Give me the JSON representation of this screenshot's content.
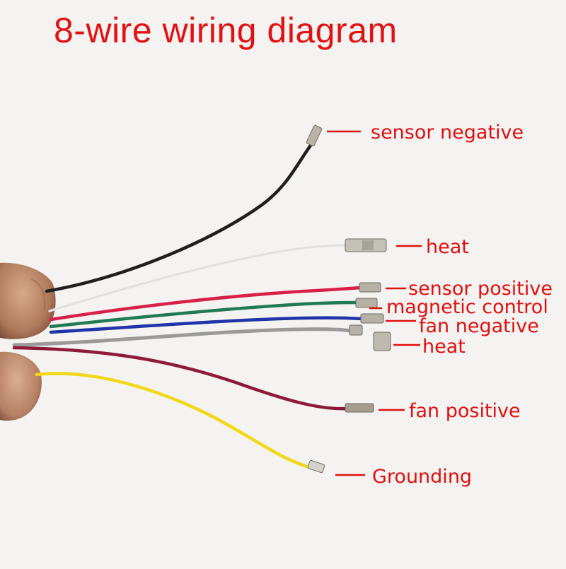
{
  "title": "8-wire wiring diagram",
  "wires": [
    {
      "id": "black",
      "color": "#1f1f1f",
      "label": "sensor negative"
    },
    {
      "id": "white",
      "color": "#e8e8e8",
      "label": "heat"
    },
    {
      "id": "red",
      "color": "#d8204a",
      "label": "sensor positive"
    },
    {
      "id": "green",
      "color": "#1f7a55",
      "label": "magnetic control"
    },
    {
      "id": "blue",
      "color": "#2033a8",
      "label": "fan negative"
    },
    {
      "id": "grey",
      "color": "#9a9a9a",
      "label": "heat"
    },
    {
      "id": "maroon",
      "color": "#8e1a3a",
      "label": "fan positive"
    },
    {
      "id": "yellow",
      "color": "#f2d817",
      "label": "Grounding"
    }
  ],
  "label_color": "#e0100f"
}
